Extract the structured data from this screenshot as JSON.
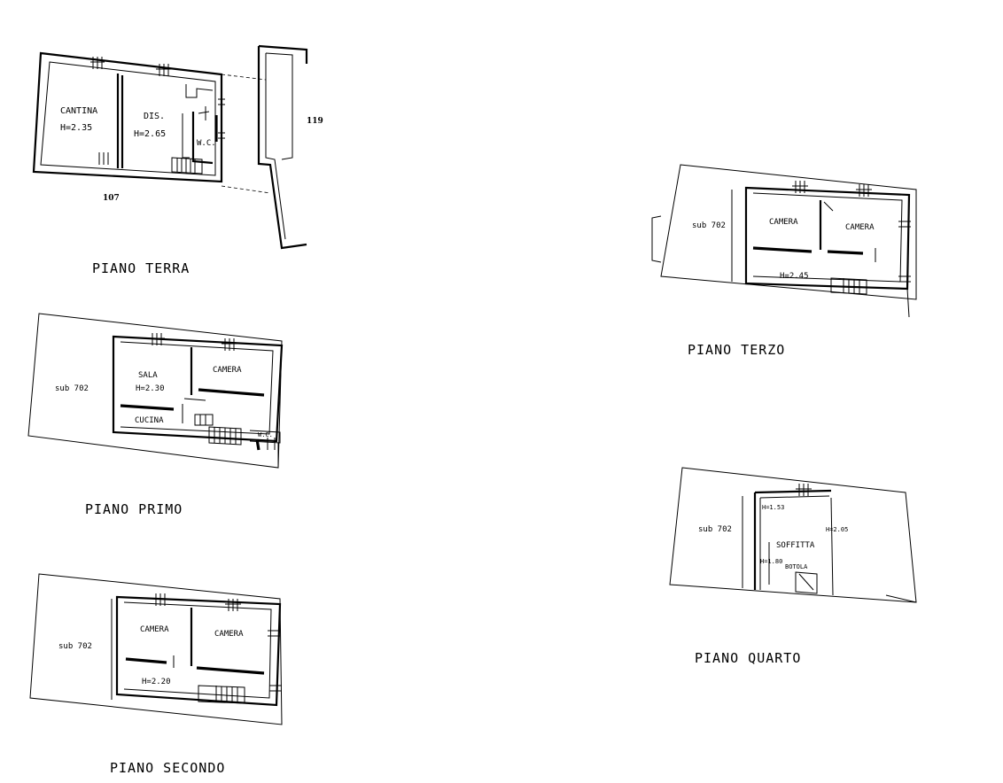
{
  "piano_terra": {
    "title": "PIANO  TERRA",
    "cantina": "CANTINA",
    "cantina_h": "H=2.35",
    "dis": "DIS.",
    "dis_h": "H=2.65",
    "wc": "W.C.",
    "parcel_a": "107",
    "parcel_b": "119"
  },
  "piano_primo": {
    "title": "PIANO  PRIMO",
    "sub": "sub 702",
    "sala": "SALA",
    "sala_h": "H=2.30",
    "camera": "CAMERA",
    "cucina": "CUCINA",
    "wc": "W.C."
  },
  "piano_secondo": {
    "title": "PIANO  SECONDO",
    "sub": "sub 702",
    "camera_1": "CAMERA",
    "camera_2": "CAMERA",
    "h": "H=2.20"
  },
  "piano_terzo": {
    "title": "PIANO  TERZO",
    "sub": "sub 702",
    "camera_1": "CAMERA",
    "camera_2": "CAMERA",
    "h": "H=2.45"
  },
  "piano_quarto": {
    "title": "PIANO  QUARTO",
    "sub": "sub 702",
    "soffitta": "SOFFITTA",
    "h1": "H=1.53",
    "h2": "H=2.05",
    "h3": "H=1.80",
    "botola": "BOTOLA"
  }
}
